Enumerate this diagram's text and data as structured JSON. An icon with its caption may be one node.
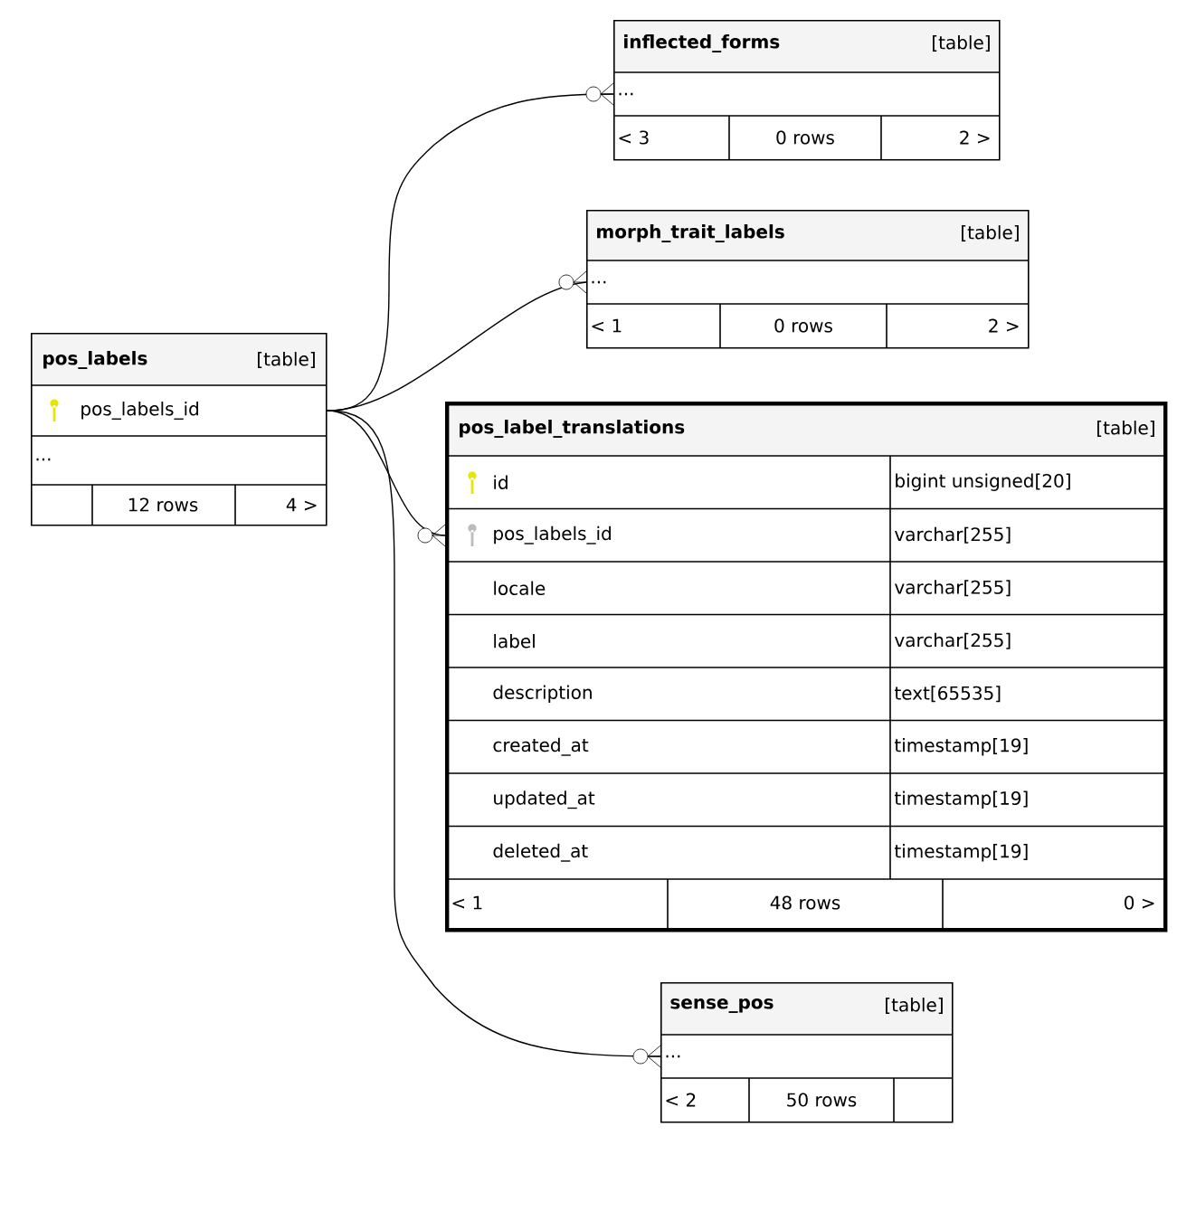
{
  "diagram": {
    "nodes": [
      {
        "text": [
          "pos_labels",
          "[table]",
          "pos_labels_id",
          "...",
          "12 rows",
          "4 >"
        ]
      },
      {
        "text": [
          "inflected_forms",
          "[table]",
          "...",
          "< 3",
          "0 rows",
          "2 >"
        ]
      },
      {
        "text": [
          "morph_trait_labels",
          "[table]",
          "...",
          "< 1",
          "0 rows",
          "2 >"
        ]
      },
      {
        "text": [
          "pos_label_translations",
          "[table]",
          "id",
          "bigint unsigned[20]",
          "pos_labels_id",
          "varchar[255]",
          "locale",
          "varchar[255]",
          "label",
          "varchar[255]",
          "description",
          "text[65535]",
          "created_at",
          "timestamp[19]",
          "updated_at",
          "timestamp[19]",
          "deleted_at",
          "timestamp[19]",
          "< 1",
          "48 rows",
          "0 >"
        ]
      },
      {
        "text": [
          "sense_pos",
          "[table]",
          "...",
          "< 2",
          "50 rows"
        ]
      }
    ],
    "edges": [
      {
        "from": 0,
        "to": 1,
        "arrow": "other"
      },
      {
        "from": 0,
        "to": 2,
        "arrow": "other"
      },
      {
        "from": 0,
        "to": 3,
        "arrow": "other"
      },
      {
        "from": 0,
        "to": 4,
        "arrow": "other"
      }
    ]
  }
}
